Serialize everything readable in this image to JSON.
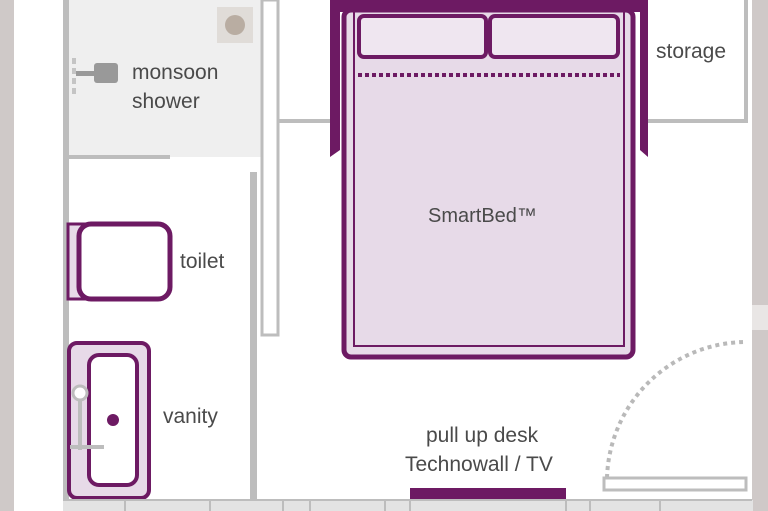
{
  "labels": {
    "shower_line1": "monsoon",
    "shower_line2": "shower",
    "storage": "storage",
    "bed": "SmartBed™",
    "toilet": "toilet",
    "vanity": "vanity",
    "desk": "pull up desk",
    "tv": "Technowall / TV"
  },
  "colors": {
    "purple": "#6d1a63",
    "bed_fill": "#e7dae8",
    "pillow_fill": "#efe6f0",
    "wall_grey": "#bdbdbd",
    "bath_floor": "#efefef",
    "outer_bg": "#cfc9c8",
    "text": "#4a4a4a"
  },
  "icons": [
    "shower-head-icon",
    "floor-drain-icon",
    "faucet-icon",
    "sink-drain-icon"
  ]
}
